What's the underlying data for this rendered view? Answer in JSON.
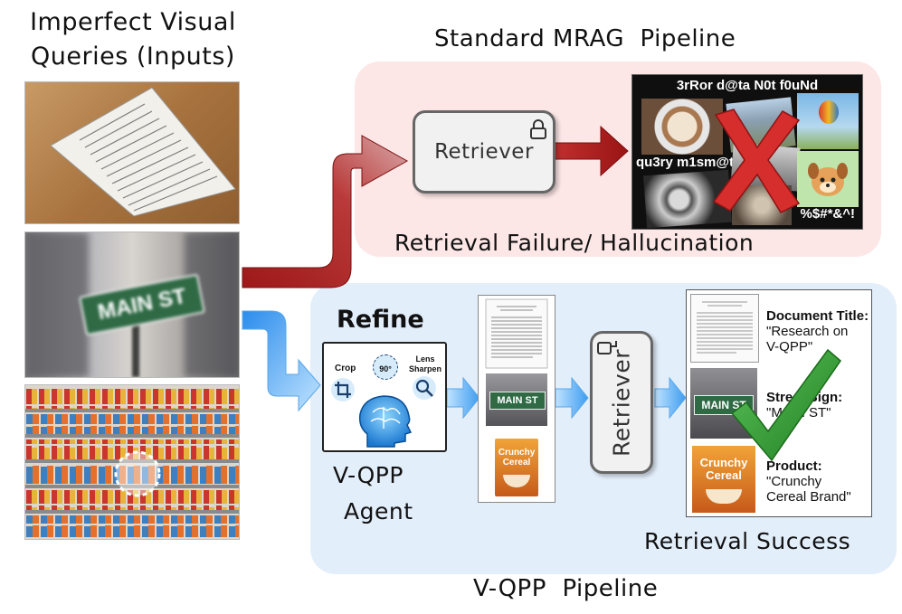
{
  "inputs_title_line1": "Imperfect Visual",
  "inputs_title_line2": "Queries (Inputs)",
  "standard": {
    "title": "Standard MRAG  Pipeline",
    "retriever": "Retriever",
    "failure_label": "Retrieval Failure/ Hallucination",
    "noise_top": "3rRor d@ta N0t f0uNd",
    "noise_mid": "qu3ry m1sm@tc",
    "noise_bottom": "%$#*&^!"
  },
  "vqpp": {
    "title": "V-QPP  Pipeline",
    "refine_label": "Refine",
    "agent_line1": "V-QPP",
    "agent_line2": "Agent",
    "tool_crop": "Crop",
    "tool_rotate": "90°",
    "tool_lens_line1": "Lens",
    "tool_lens_line2": "Sharpen",
    "retriever": "Retriever",
    "street_sign": "MAIN ST",
    "cereal_line1": "Crunchy",
    "cereal_line2": "Cereal",
    "results": [
      {
        "key": "Document Title:",
        "value_line1": "\"Research on",
        "value_line2": "V-QPP\""
      },
      {
        "key": "Street Sign:",
        "value_line1": "\"MAIN ST\"",
        "value_line2": ""
      },
      {
        "key": "Product:",
        "value_line1": "\"Crunchy",
        "value_line2": "Cereal Brand\""
      }
    ],
    "success_label": "Retrieval Success"
  },
  "input_sign": "MAIN ST",
  "colors": {
    "red_arrow": "#a01d1d",
    "blue_arrow": "#4aa3f0",
    "std_panel": "#fde6e6",
    "vqpp_panel": "#e3eefb",
    "check_green": "#2e9b2e",
    "cross_red": "#d62d2d"
  }
}
